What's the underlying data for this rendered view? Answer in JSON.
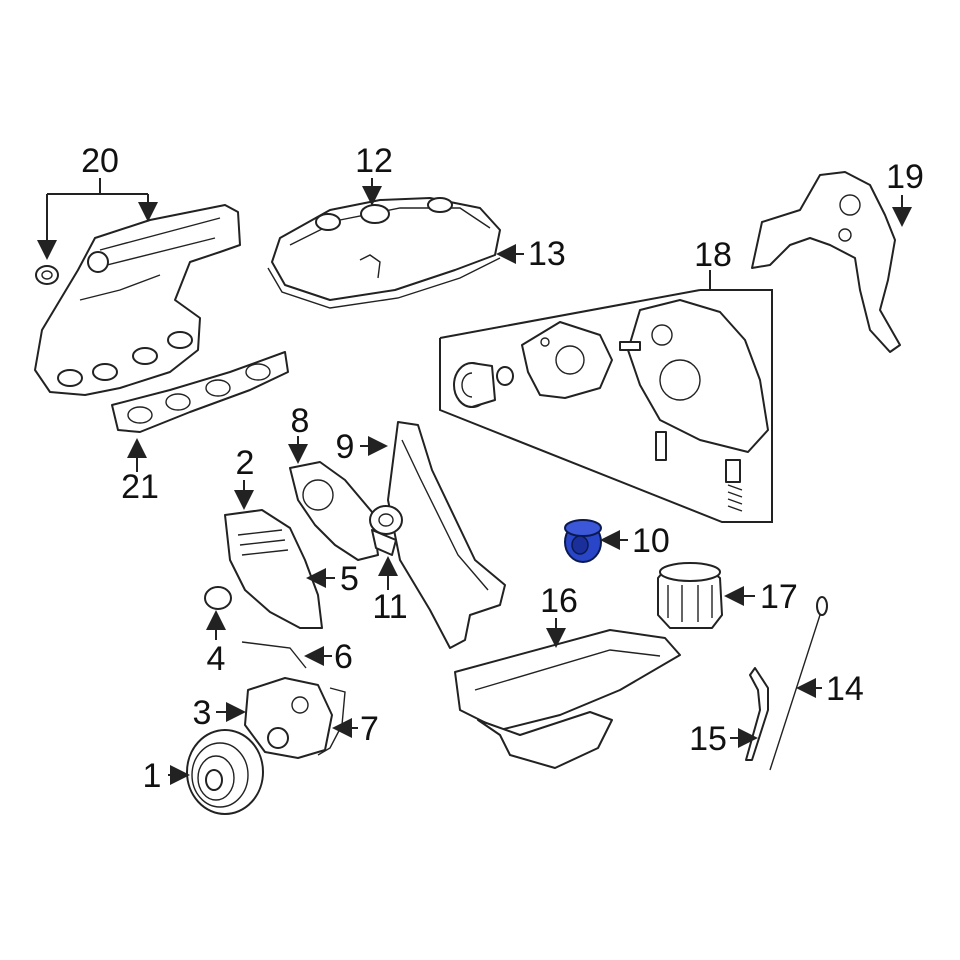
{
  "callouts": {
    "c1": "1",
    "c2": "2",
    "c3": "3",
    "c4": "4",
    "c5": "5",
    "c6": "6",
    "c7": "7",
    "c8": "8",
    "c9": "9",
    "c10": "10",
    "c11": "11",
    "c12": "12",
    "c13": "13",
    "c14": "14",
    "c15": "15",
    "c16": "16",
    "c17": "17",
    "c18": "18",
    "c19": "19",
    "c20": "20",
    "c21": "21"
  },
  "highlight": {
    "color": "#2a46c8",
    "part": "10"
  }
}
